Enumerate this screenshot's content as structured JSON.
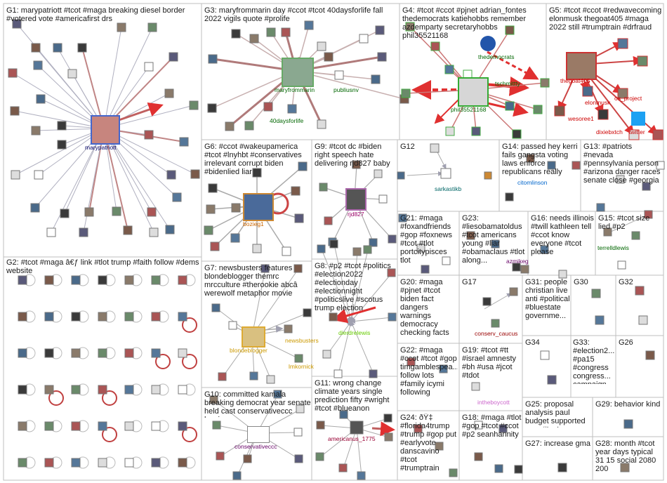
{
  "groups": [
    {
      "id": "G1",
      "label": "G1: marypatriott #tcot #maga breaking diesel border #votered vote #americafirst drs"
    },
    {
      "id": "G2",
      "label": "G2: #tcot #maga â€ƒ link #tlot trump #faith follow #dems website"
    },
    {
      "id": "G3",
      "label": "G3: maryfrommarin day #ccot #tcot 40daysforlife fall 2022 vigils quote #prolife"
    },
    {
      "id": "G4",
      "label": "G4: #tcot #ccot #pjnet adrian_fontes thedemocrats katiehobbs remember azdemparty secretaryhobbs phil35521168"
    },
    {
      "id": "G5",
      "label": "G5: #tcot #ccot #redwavecoming elonmusk thegoat405 #maga 2022 still #trumptrain #drfraud"
    },
    {
      "id": "G6",
      "label": "G6: #ccot #wakeupamerica #tcot #lnyhbt #conservatives irrelevant corrupt biden #bidenlied liar"
    },
    {
      "id": "G9",
      "label": "G9: #tcot dc #biden right speech hate delivering rjd827 baby"
    },
    {
      "id": "G12",
      "label": "G12"
    },
    {
      "id": "G14",
      "label": "G14: passed hey kerri fails gangsta voting laws enforce republicans really"
    },
    {
      "id": "G13",
      "label": "G13: #patriots #nevada #pennsylvania person #arizona danger races senate close #georgia"
    },
    {
      "id": "G21",
      "label": "G21: #maga #foxandfriends #gop #foxnews #tcot #tlot portcitypisces tlot"
    },
    {
      "id": "G23",
      "label": "G23: #liesobamatoldus #tcot americans young #liar #obamaclaus #tlot along..."
    },
    {
      "id": "G16",
      "label": "G16: needs illinois #twill kathleen tell #ccot know everyone #tcot please"
    },
    {
      "id": "G15",
      "label": "G15: #tcot size lied #p2"
    },
    {
      "id": "G7",
      "label": "G7: newsbusters features blondeblogger themrc mrcculture #therookie abcâ werewolf metaphor movie"
    },
    {
      "id": "G8",
      "label": "G8: #p2 #tcot #politics #election2022 #electionday #electionnight #politicslive #scotus trump election"
    },
    {
      "id": "G20",
      "label": "G20: #maga #pjnet #tcot biden fact dangers warnings democracy checking facts"
    },
    {
      "id": "G17",
      "label": "G17"
    },
    {
      "id": "G31",
      "label": "G31: people christian live anti #political #bluestate governme..."
    },
    {
      "id": "G30",
      "label": "G30"
    },
    {
      "id": "G32",
      "label": "G32"
    },
    {
      "id": "G22",
      "label": "G22: #maga #ccot #tcot #gop timgamblespea... follow lots #family icymi following"
    },
    {
      "id": "G19",
      "label": "G19: #tcot #tt #israel amnesty #bh #usa #jcot #tdot"
    },
    {
      "id": "G34",
      "label": "G34"
    },
    {
      "id": "G33",
      "label": "G33: #election2... #pa15 #congress congress... campaign..."
    },
    {
      "id": "G26",
      "label": "G26"
    },
    {
      "id": "G10",
      "label": "G10: committed kamala breaking democrat year senate held cast conservativeccc harris"
    },
    {
      "id": "G11",
      "label": "G11: wrong change climate years single prediction fifty #wright #tcot #blueanon"
    },
    {
      "id": "G24",
      "label": "G24: ðŸ‡ #florida4trump #trump #gop put #earlyvote danscavino #tcot #trumptrain"
    },
    {
      "id": "G18",
      "label": "G18: #maga #tlot #gop #tcot #ccot #p2 seanhannity"
    },
    {
      "id": "G25",
      "label": "G25: proposal analysis paul budget supported ryan #tcot..."
    },
    {
      "id": "G29",
      "label": "G29: behavior kind"
    },
    {
      "id": "G27",
      "label": "G27: increase gma"
    },
    {
      "id": "G28",
      "label": "G28: month #tcot year days typical 31 15 social 2080 200"
    }
  ],
  "nodes": [
    {
      "label": "marypatriott",
      "color": "#000066"
    },
    {
      "label": "maryfrommarin",
      "color": "#006600"
    },
    {
      "label": "publiusnv",
      "color": "#006600"
    },
    {
      "label": "40daysforlife",
      "color": "#006600"
    },
    {
      "label": "thedemocrats",
      "color": "#006600"
    },
    {
      "label": "tschmittty",
      "color": "#006600"
    },
    {
      "label": "phil35521168",
      "color": "#006600"
    },
    {
      "label": "thegoat405",
      "color": "#cc0000"
    },
    {
      "label": "elonmusk",
      "color": "#cc0000"
    },
    {
      "label": "wesoree1",
      "color": "#cc0000"
    },
    {
      "label": "dixiebxtch",
      "color": "#cc0000"
    },
    {
      "label": "twitter",
      "color": "#cc0000"
    },
    {
      "label": "os_project",
      "color": "#cc0000"
    },
    {
      "label": "bozieg1",
      "color": "#cc6600"
    },
    {
      "label": "rjd827",
      "color": "#990066"
    },
    {
      "label": "sarkastikb",
      "color": "#006666"
    },
    {
      "label": "citomlinson",
      "color": "#0066cc"
    },
    {
      "label": "terrelldlewis",
      "color": "#006600"
    },
    {
      "label": "azmikeg",
      "color": "#660066"
    },
    {
      "label": "blondeblogger",
      "color": "#cc9900"
    },
    {
      "label": "newsbusters",
      "color": "#cc9900"
    },
    {
      "label": "lmkornick",
      "color": "#cc9900"
    },
    {
      "label": "dierdrelewis",
      "color": "#66cc00"
    },
    {
      "label": "conserv_caucus",
      "color": "#990000"
    },
    {
      "label": "conservativeccc",
      "color": "#660066"
    },
    {
      "label": "americanus_1775",
      "color": "#990033"
    },
    {
      "label": "intheboycott",
      "color": "#cc66cc"
    }
  ]
}
